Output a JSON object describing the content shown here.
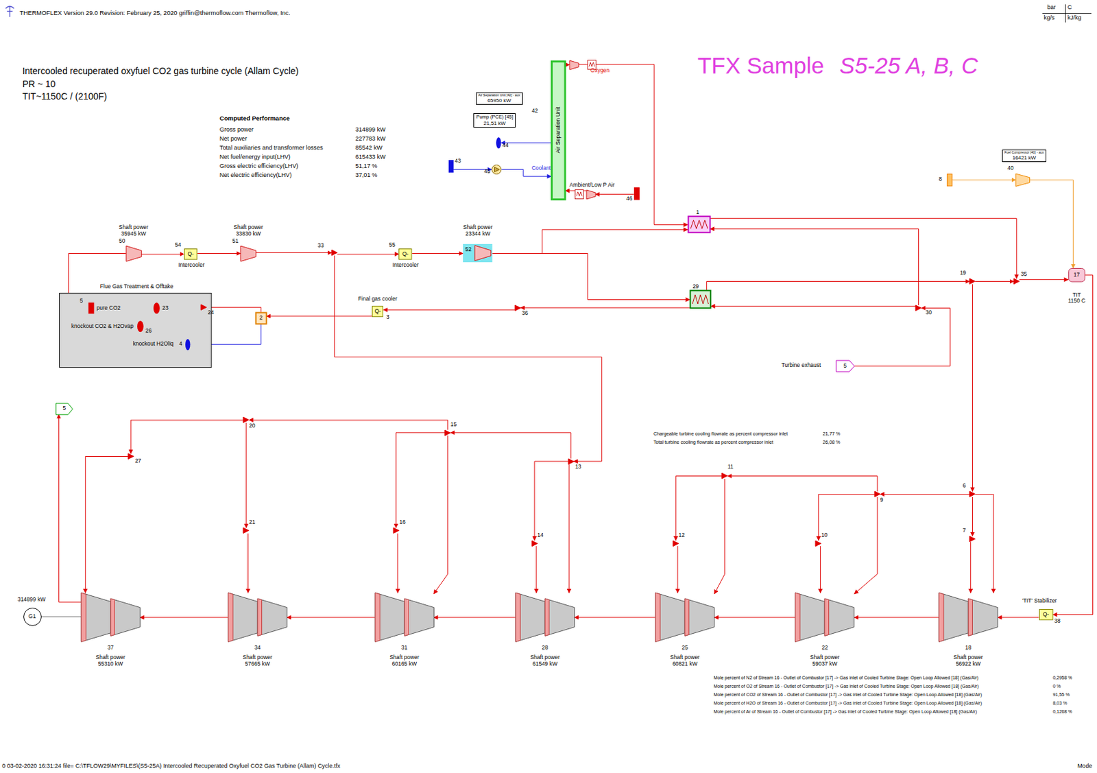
{
  "diagram": {
    "title": "Intercooled recuperated oxyfuel CO2 gas turbine cycle (Allam Cycle)",
    "nodes": [
      {
        "text": [
          "Air Separation Unit"
        ]
      },
      {
        "text": [
          "Air Separation Unit [42] - aux",
          "65950 kW"
        ]
      },
      {
        "text": [
          "Pump (PCE) [45]",
          "21,51 kW"
        ]
      },
      {
        "text": [
          "Fuel Compressor [40] - aux",
          "16421 kW"
        ]
      },
      {
        "text": [
          "Oxygen"
        ]
      },
      {
        "text": [
          "Ambient/Low P Air"
        ]
      },
      {
        "text": [
          "46"
        ]
      },
      {
        "text": [
          "43"
        ]
      },
      {
        "text": [
          "45"
        ]
      },
      {
        "text": [
          "44"
        ]
      },
      {
        "text": [
          "1"
        ]
      },
      {
        "text": [
          "29"
        ]
      },
      {
        "text": [
          "Shaft power 35945 kW",
          "50"
        ]
      },
      {
        "text": [
          "54",
          "Q-",
          "Intercooler"
        ]
      },
      {
        "text": [
          "Shaft power 33830 kW",
          "51"
        ]
      },
      {
        "text": [
          "33"
        ]
      },
      {
        "text": [
          "55",
          "Q-",
          "Intercooler"
        ]
      },
      {
        "text": [
          "Shaft power 23344 kW",
          "52"
        ]
      },
      {
        "text": [
          "Flue Gas Treatment & Offtake"
        ]
      },
      {
        "text": [
          "5",
          "pure CO2"
        ],
        "in": 18
      },
      {
        "text": [
          "23"
        ],
        "in": 18
      },
      {
        "text": [
          "26",
          "knockout CO2 & H2Ovap"
        ],
        "in": 18
      },
      {
        "text": [
          "24"
        ],
        "in": 18
      },
      {
        "text": [
          "knockout H2Oliq",
          "4"
        ],
        "in": 18
      },
      {
        "text": [
          "2"
        ]
      },
      {
        "text": [
          "Final gas cooler",
          "Q-",
          "3"
        ]
      },
      {
        "text": [
          "36"
        ]
      },
      {
        "text": [
          "30"
        ]
      },
      {
        "text": [
          "19"
        ]
      },
      {
        "text": [
          "35"
        ]
      },
      {
        "text": [
          "17",
          "TIT 1150 C"
        ]
      },
      {
        "text": [
          "8"
        ]
      },
      {
        "text": [
          "40"
        ]
      },
      {
        "text": [
          "Turbine exhaust",
          "5"
        ]
      },
      {
        "text": [
          "5"
        ]
      },
      {
        "text": [
          "20"
        ]
      },
      {
        "text": [
          "27"
        ]
      },
      {
        "text": [
          "21"
        ]
      },
      {
        "text": [
          "15"
        ]
      },
      {
        "text": [
          "16"
        ]
      },
      {
        "text": [
          "13"
        ]
      },
      {
        "text": [
          "14"
        ]
      },
      {
        "text": [
          "11"
        ]
      },
      {
        "text": [
          "12"
        ]
      },
      {
        "text": [
          "9"
        ]
      },
      {
        "text": [
          "10"
        ]
      },
      {
        "text": [
          "6"
        ]
      },
      {
        "text": [
          "7"
        ]
      },
      {
        "text": [
          "37",
          "Shaft power 55310 kW"
        ]
      },
      {
        "text": [
          "34",
          "Shaft power 57665 kW"
        ]
      },
      {
        "text": [
          "31",
          "Shaft power 60165 kW"
        ]
      },
      {
        "text": [
          "28",
          "Shaft power 61549 kW"
        ]
      },
      {
        "text": [
          "25",
          "Shaft power 60821 kW"
        ]
      },
      {
        "text": [
          "22",
          "Shaft power 59037 kW"
        ]
      },
      {
        "text": [
          "18",
          "Shaft power 56922 kW"
        ]
      },
      {
        "text": [
          "314899 kW",
          "G1"
        ]
      },
      {
        "text": [
          "'TIT' Stabilizer",
          "Q-",
          "38"
        ]
      }
    ],
    "edges": [
      {
        "from": 6,
        "to": 5,
        "arrow": "to"
      },
      {
        "from": 5,
        "to": 0,
        "arrow": "to"
      },
      {
        "from": 0,
        "to": 4,
        "arrow": "to"
      },
      {
        "from": 4,
        "to": 10,
        "arrow": "to"
      },
      {
        "from": 7,
        "to": 8,
        "arrow": "to"
      },
      {
        "from": 8,
        "to": 0,
        "arrow": "to"
      },
      {
        "from": 0,
        "to": 9,
        "arrow": "to"
      },
      {
        "from": 31,
        "to": 32,
        "arrow": "to"
      },
      {
        "from": 32,
        "to": 30,
        "arrow": "to"
      },
      {
        "from": 28,
        "to": 29,
        "arrow": "to"
      },
      {
        "from": 29,
        "to": 30,
        "arrow": "to"
      },
      {
        "from": 11,
        "to": 28,
        "arrow": "to"
      },
      {
        "from": 10,
        "to": 29,
        "arrow": "to"
      },
      {
        "from": 27,
        "to": 10,
        "arrow": "to"
      },
      {
        "from": 27,
        "to": 11,
        "arrow": "to"
      },
      {
        "from": 33,
        "to": 27,
        "arrow": "to"
      },
      {
        "from": 17,
        "to": 10,
        "arrow": "to"
      },
      {
        "from": 17,
        "to": 11,
        "arrow": "to"
      },
      {
        "from": 11,
        "to": 26,
        "arrow": "to"
      },
      {
        "from": 26,
        "to": 25,
        "arrow": "to"
      },
      {
        "from": 25,
        "to": 24,
        "arrow": "to"
      },
      {
        "from": 24,
        "to": 22,
        "arrow": "to"
      },
      {
        "from": 24,
        "to": 23,
        "arrow": "to"
      },
      {
        "from": 22,
        "to": 20,
        "arrow": "to"
      },
      {
        "from": 22,
        "to": 21,
        "arrow": "to"
      },
      {
        "from": 12,
        "to": 19,
        "arrow": "to"
      },
      {
        "from": 12,
        "to": 13,
        "arrow": "to"
      },
      {
        "from": 13,
        "to": 14,
        "arrow": "to"
      },
      {
        "from": 14,
        "to": 15,
        "arrow": "to"
      },
      {
        "from": 15,
        "to": 16,
        "arrow": "to"
      },
      {
        "from": 16,
        "to": 17,
        "arrow": "to"
      },
      {
        "from": 15,
        "to": 40,
        "arrow": "to"
      },
      {
        "from": 40,
        "to": 38,
        "arrow": "to"
      },
      {
        "from": 40,
        "to": 41,
        "arrow": "to"
      },
      {
        "from": 41,
        "to": 51,
        "arrow": "to"
      },
      {
        "from": 40,
        "to": 51,
        "arrow": "to"
      },
      {
        "from": 38,
        "to": 39,
        "arrow": "to"
      },
      {
        "from": 39,
        "to": 50,
        "arrow": "to"
      },
      {
        "from": 38,
        "to": 50,
        "arrow": "to"
      },
      {
        "from": 38,
        "to": 35,
        "arrow": "to"
      },
      {
        "from": 35,
        "to": 37,
        "arrow": "to"
      },
      {
        "from": 37,
        "to": 49,
        "arrow": "to"
      },
      {
        "from": 35,
        "to": 36,
        "arrow": "to"
      },
      {
        "from": 36,
        "to": 48,
        "arrow": "to"
      },
      {
        "from": 48,
        "to": 34,
        "arrow": "to"
      },
      {
        "from": 48,
        "to": 55,
        "arrow": "none"
      },
      {
        "from": 56,
        "to": 54,
        "arrow": "to"
      },
      {
        "from": 30,
        "to": 56,
        "arrow": "to"
      },
      {
        "from": 54,
        "to": 53,
        "arrow": "to"
      },
      {
        "from": 53,
        "to": 52,
        "arrow": "to"
      },
      {
        "from": 52,
        "to": 51,
        "arrow": "to"
      },
      {
        "from": 51,
        "to": 50,
        "arrow": "to"
      },
      {
        "from": 50,
        "to": 49,
        "arrow": "to"
      },
      {
        "from": 49,
        "to": 48,
        "arrow": "to"
      },
      {
        "from": 28,
        "to": 46,
        "arrow": "to"
      },
      {
        "from": 46,
        "to": 47,
        "arrow": "to"
      },
      {
        "from": 47,
        "to": 54,
        "arrow": "to"
      },
      {
        "from": 46,
        "to": 54,
        "arrow": "to"
      },
      {
        "from": 46,
        "to": 44,
        "arrow": "to"
      },
      {
        "from": 44,
        "to": 45,
        "arrow": "to"
      },
      {
        "from": 45,
        "to": 53,
        "arrow": "to"
      },
      {
        "from": 44,
        "to": 53,
        "arrow": "to"
      },
      {
        "from": 44,
        "to": 42,
        "arrow": "to"
      },
      {
        "from": 42,
        "to": 43,
        "arrow": "to"
      },
      {
        "from": 43,
        "to": 52,
        "arrow": "to"
      },
      {
        "from": 42,
        "to": 52,
        "arrow": "to"
      }
    ],
    "labels": [
      "THERMOFLEX Version 29.0  Revision: February 25, 2020  griffin@thermoflow.com   Thermoflow, Inc.",
      "bar",
      "C",
      "kg/s",
      "kJ/kg",
      "PR ~ 10",
      "TIT~1150C / (2100F)",
      "TFX Sample",
      "S5-25 A, B, C",
      "Computed Performance",
      "Gross power",
      "314899 kW",
      "Net power",
      "227783 kW",
      "Total auxiliaries and transformer losses",
      "85542 kW",
      "Net fuel/energy input(LHV)",
      "615433 kW",
      "Gross electric efficiency(LHV)",
      "51,17 %",
      "Net electric efficiency(LHV)",
      "37,01 %",
      "42",
      "Coolant",
      "Chargeable turbine cooling flowrate as percent compressor inlet",
      "21,77 %",
      "Total turbine cooling flowrate as percent compressor inlet",
      "26,08 %",
      "Mole percent of N2 of Stream 16 - Outlet of Combustor [17] -> Gas inlet of Cooled Turbine Stage: Open Loop Allowed [18] (Gas/Air)",
      "0,2958 %",
      "Mole percent of O2 of Stream 16 - Outlet of Combustor [17] -> Gas inlet of Cooled Turbine Stage: Open Loop Allowed [18] (Gas/Air)",
      "0 %",
      "Mole percent of CO2 of Stream 16 - Outlet of Combustor [17] -> Gas inlet of Cooled Turbine Stage: Open Loop Allowed [18] (Gas/Air)",
      "91,55 %",
      "Mole percent of H2O of Stream 16 - Outlet of Combustor [17] -> Gas inlet of Cooled Turbine Stage: Open Loop Allowed [18] (Gas/Air)",
      "8,03 %",
      "Mole percent of Ar of Stream 16 - Outlet of Combustor [17] -> Gas inlet of Cooled Turbine Stage: Open Loop Allowed [18] (Gas/Air)",
      "0,1268 %",
      "0 03-02-2020 16:31:24 file= C:\\TFLOW29\\MYFILES\\(S5-25A) Intercooled Recuperated Oxyfuel CO2 Gas Turbine (Allam) Cycle.tfx",
      "Mode"
    ]
  }
}
